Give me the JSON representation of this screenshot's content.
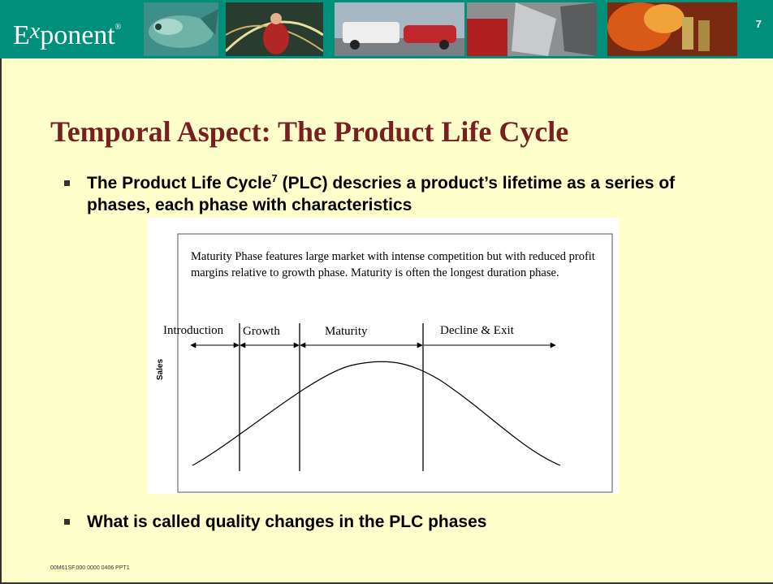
{
  "header": {
    "logo_text": "Exponent",
    "logo_prefix": "E",
    "logo_x": "x",
    "logo_rest": "ponent",
    "logo_tm": "®",
    "slide_number": "7",
    "photos": [
      "fish-photo",
      "light-trails-photo",
      "car-crash-photo",
      "crushed-metal-photo",
      "firefighters-photo"
    ]
  },
  "title": "Temporal Aspect: The Product Life Cycle",
  "bullets": [
    {
      "pre": "The Product Life Cycle",
      "sup": "7",
      "post": " (PLC) descries a product’s lifetime as a series of phases, each phase with characteristics"
    },
    {
      "text": "What is called quality changes in the PLC phases"
    }
  ],
  "diagram": {
    "note": "Maturity Phase features large market with intense competition but with reduced profit margins relative to growth phase. Maturity is often the longest duration phase.",
    "y_axis_label": "Sales",
    "phases": [
      "Introduction",
      "Growth",
      "Maturity",
      "Decline & Exit"
    ]
  },
  "footer": "00M61SF.000 0000 0406 PPT1",
  "colors": {
    "header_bg": "#008f7a",
    "page_bg": "#ffffcc",
    "title": "#7a1f1f"
  }
}
